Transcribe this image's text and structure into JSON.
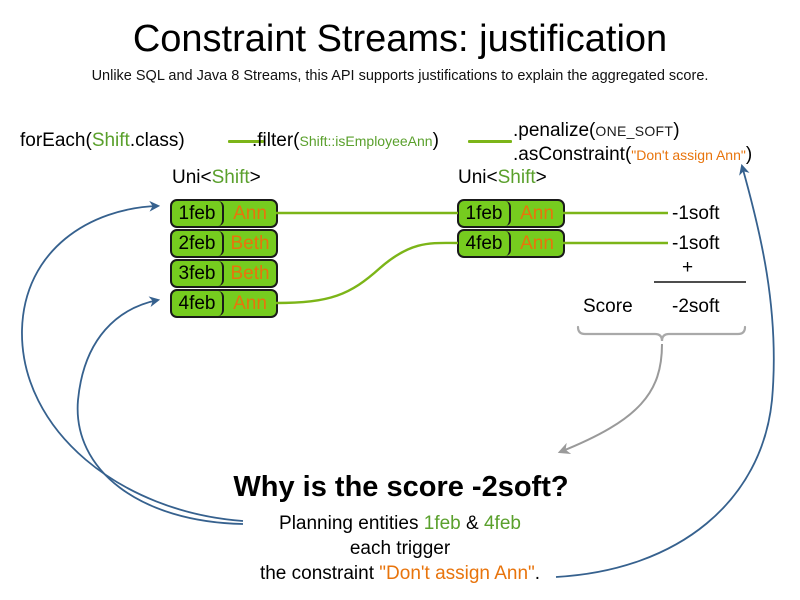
{
  "header": {
    "title": "Constraint Streams: justification",
    "subtitle": "Unlike SQL and Java 8 Streams, this API supports justifications to explain the aggregated score."
  },
  "code": {
    "foreach": {
      "prefix": "forEach(",
      "type": "Shift",
      "suffix": ".class)"
    },
    "filter": {
      "prefix": ".filter(",
      "method_ref": "Shift::isEmployeeAnn",
      "suffix": ")"
    },
    "penalize": {
      "prefix": ".penalize(",
      "enum": "ONE_SOFT",
      "suffix": ")"
    },
    "as_constraint": {
      "prefix": ".asConstraint(",
      "constraint_name": "\"Don't assign Ann\"",
      "suffix": ")"
    }
  },
  "streams": {
    "left": {
      "caption_prefix": "Uni<",
      "caption_type": "Shift",
      "caption_suffix": ">",
      "rows": [
        {
          "date": "1feb",
          "employee": "Ann"
        },
        {
          "date": "2feb",
          "employee": "Beth"
        },
        {
          "date": "3feb",
          "employee": "Beth"
        },
        {
          "date": "4feb",
          "employee": "Ann"
        }
      ]
    },
    "right": {
      "caption_prefix": "Uni<",
      "caption_type": "Shift",
      "caption_suffix": ">",
      "rows": [
        {
          "date": "1feb",
          "employee": "Ann"
        },
        {
          "date": "4feb",
          "employee": "Ann"
        }
      ]
    }
  },
  "score_panel": {
    "penalties": [
      "-1soft",
      "-1soft"
    ],
    "operator": "+",
    "score_label": "Score",
    "total": "-2soft"
  },
  "explanation": {
    "heading": "Why is the score -2soft?",
    "line1_before": "Planning entities ",
    "line1_entity_a": "1feb",
    "line1_amp": " & ",
    "line1_entity_b": "4feb",
    "line2": "each trigger",
    "line3_before": "the constraint ",
    "line3_constraint": "\"Don't assign Ann\"",
    "line3_after": "."
  },
  "colors": {
    "fact_green": "#76cc1f",
    "type_green": "#5aa02c",
    "string_orange": "#e8740c",
    "link_green": "#7cb518",
    "arrow_blue": "#36618e",
    "brace_gray": "#a0a0a0"
  }
}
